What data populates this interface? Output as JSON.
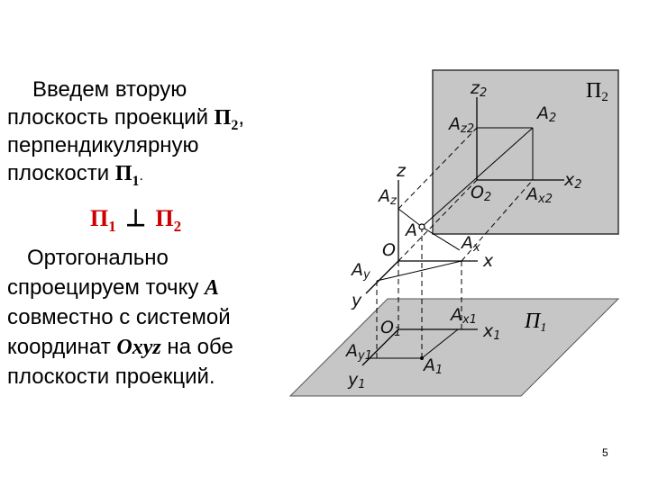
{
  "paragraph1": {
    "line1": "Введем вторую",
    "line2_text": "плоскость проекций ",
    "line2_symbol": "П",
    "line2_sub": "2",
    "line2_end": ",",
    "line3": "перпендикулярную",
    "line4_text": "плоскости ",
    "line4_symbol": "П",
    "line4_sub": "1",
    "line4_end": "."
  },
  "formula": {
    "left_symbol": "П",
    "left_sub": "1",
    "operator": "⊥",
    "right_symbol": "П",
    "right_sub": "2"
  },
  "paragraph2": {
    "line1": "Ортогонально",
    "line2_text": "спроецируем точку ",
    "line2_point": "A",
    "line3": "совместно с системой",
    "line4_text": "координат ",
    "line4_system": "Oxyz",
    "line4_end": " на обе",
    "line5": "плоскости проекций."
  },
  "diagram": {
    "pi2_label": "П",
    "pi2_sub": "2",
    "pi1_label": "П",
    "pi1_sub": "1",
    "labels": {
      "z2": "z",
      "z2_sub": "2",
      "az2": "A",
      "az2_sub": "z2",
      "a2": "A",
      "a2_sub": "2",
      "o2": "O",
      "o2_sub": "2",
      "ax2": "A",
      "ax2_sub": "x2",
      "x2": "x",
      "x2_sub": "2",
      "z": "z",
      "az": "A",
      "az_sub": "z",
      "a": "A",
      "o": "O",
      "ax": "A",
      "ax_sub": "x",
      "x": "x",
      "ay": "A",
      "ay_sub": "y",
      "y": "y",
      "o1": "O",
      "o1_sub": "1",
      "ax1": "A",
      "ax1_sub": "x1",
      "x1": "x",
      "x1_sub": "1",
      "ay1": "A",
      "ay1_sub": "y1",
      "a1": "A",
      "a1_sub": "1",
      "y1": "y",
      "y1_sub": "1"
    },
    "plane_fill": "#c6c6c6",
    "formula_color": "#cc0000"
  },
  "slide_number": "5"
}
